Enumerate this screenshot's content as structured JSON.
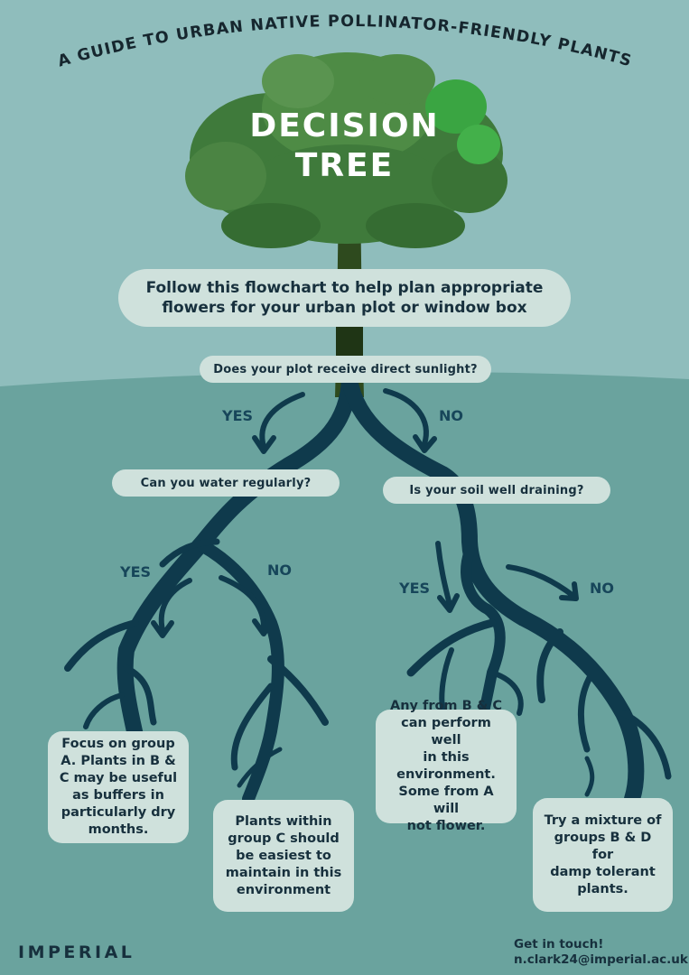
{
  "header": {
    "arc_title": "A GUIDE TO URBAN NATIVE POLLINATOR-FRIENDLY PLANTS",
    "title_line1": "DECISION",
    "title_line2": "TREE"
  },
  "intro": {
    "line1": "Follow this flowchart to help plan appropriate",
    "line2": "flowers for your urban plot or window box"
  },
  "questions": {
    "sunlight": "Does your plot receive direct sunlight?",
    "water": "Can you water regularly?",
    "soil": "Is your soil well draining?"
  },
  "labels": {
    "yes": "YES",
    "no": "NO"
  },
  "outcomes": {
    "sun_water": [
      "Focus on group",
      "A. Plants in B &",
      "C may be useful",
      "as buffers in",
      "particularly dry",
      "months."
    ],
    "sun_nowater": [
      "Plants within",
      "group C should",
      "be easiest to",
      "maintain in this",
      "environment"
    ],
    "shade_drain": [
      "Any from B & C",
      "can perform well",
      "in this",
      "environment.",
      "Some from A will",
      "not flower."
    ],
    "shade_nodrain": [
      "Try a mixture of",
      "groups B & D for",
      "damp tolerant",
      "plants."
    ]
  },
  "footer": {
    "brand": "IMPERIAL",
    "contact_line1": "Get in touch!",
    "contact_line2": "n.clark24@imperial.ac.uk"
  },
  "colors": {
    "sky": "#8fbdbc",
    "ground": "#6aa39e",
    "root": "#0f3a4c",
    "trunk": "#2e4a1e",
    "canopy_dark": "#3f7a3b",
    "canopy_mid": "#4e8b45",
    "canopy_light": "#3aa542",
    "pill": "#cfe1dc",
    "text_dark": "#17303d"
  }
}
